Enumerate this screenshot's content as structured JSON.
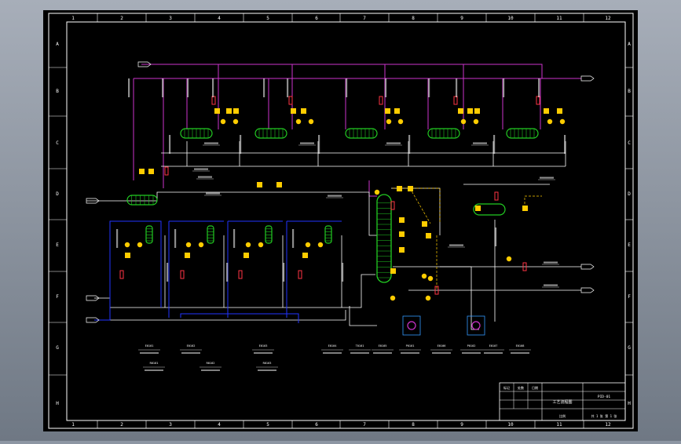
{
  "colors": {
    "background": "#000000",
    "frame": "#ffffff",
    "steam": "#cc33cc",
    "process": "#ffffff",
    "cooling": "#2233ff",
    "equipment": "#22cc22",
    "instrument": "#ffcc00",
    "valve": "#ff3344",
    "canvas_outer": "#8d96a3"
  },
  "grid": {
    "columns": [
      "1",
      "2",
      "3",
      "4",
      "5",
      "6",
      "7",
      "8",
      "9",
      "10",
      "11",
      "12"
    ],
    "rows": [
      "A",
      "B",
      "C",
      "D",
      "E",
      "F",
      "G",
      "H"
    ]
  },
  "title_block": {
    "rev_row": [
      "标记",
      "处数",
      "日期"
    ],
    "title": "工艺流程图",
    "drawing_no": "PID-01",
    "scale": "比例",
    "sheet": "共 1 张  第 1 张"
  },
  "legend": {
    "top": [
      "E0101",
      "E0102",
      "E0103",
      "E0104",
      "T0101",
      "E0105",
      "P0101",
      "E0106",
      "P0102",
      "E0107",
      "E0108"
    ],
    "bottom": [
      "R0101",
      "R0102",
      "R0103"
    ]
  }
}
